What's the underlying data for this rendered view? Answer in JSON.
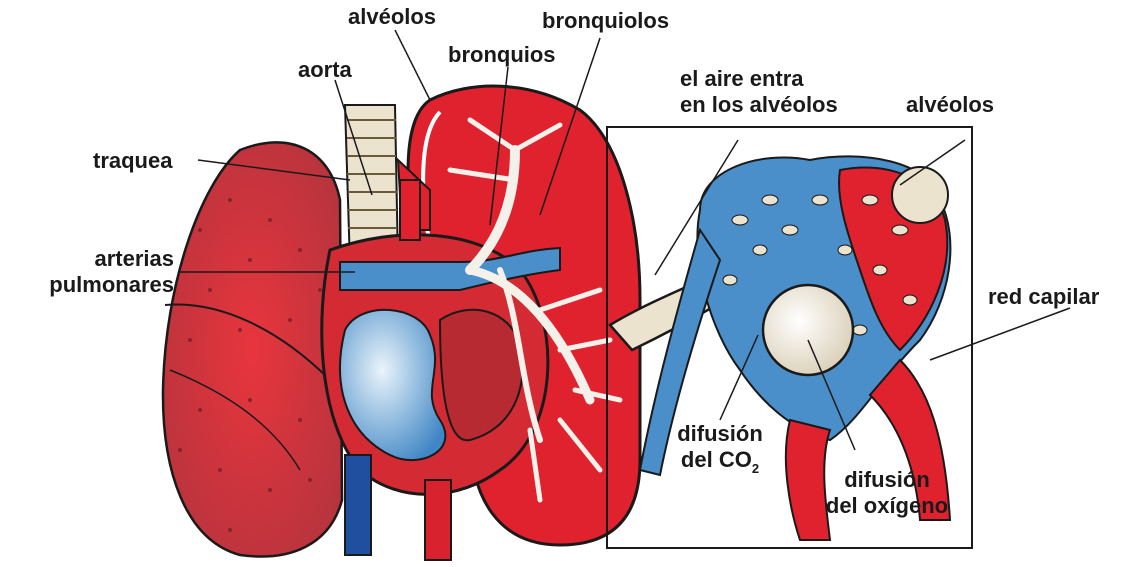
{
  "labels": {
    "alveolos_top": "alvéolos",
    "bronquiolos": "bronquiolos",
    "aorta": "aorta",
    "bronquios": "bronquios",
    "aire_line1": "el aire entra",
    "aire_line2": "en los alvéolos",
    "alveolos_right": "alvéolos",
    "traquea": "traquea",
    "arterias_line1": "arterias",
    "arterias_line2": "pulmonares",
    "red_capilar": "red capilar",
    "difusion_co2_line1": "difusión",
    "difusion_co2_line2": "del CO",
    "difusion_co2_sub": "2",
    "difusion_o2_line1": "difusión",
    "difusion_o2_line2": "del oxígeno"
  },
  "colors": {
    "artery_red": "#e0212e",
    "vein_blue": "#4a8fc9",
    "lung_left": "#c9474f",
    "bronchi_white": "#f4f0ea",
    "trachea_beige": "#ece3cf"
  }
}
